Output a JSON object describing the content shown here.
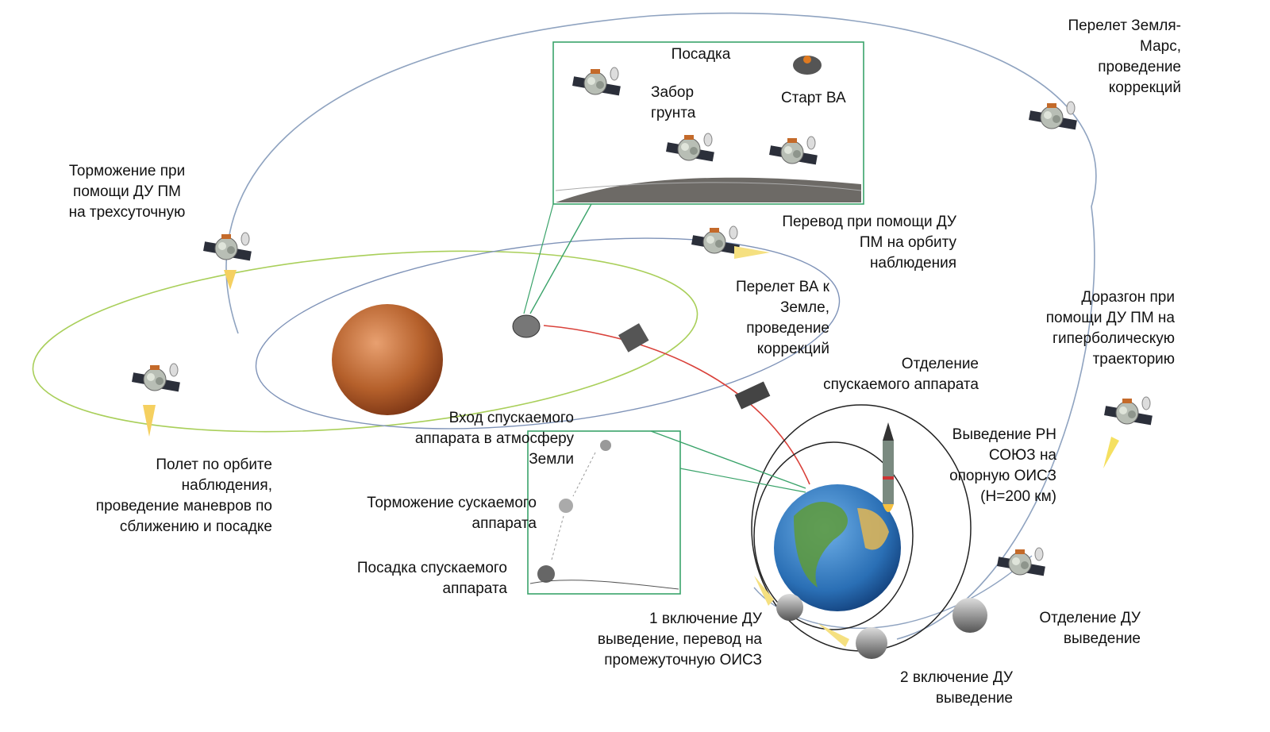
{
  "labels": {
    "landing": "Посадка",
    "soil_sampling": "Забор\nгрунта",
    "return_vehicle_start": "Старт ВА",
    "earth_mars_transfer": "Перелет Земля-\nМарс,\nпроведение\nкоррекций",
    "braking_three_day": "Торможение при\nпомощи ДУ ПМ\nна трехсуточную",
    "transfer_observation_orbit": "Перевод при помощи ДУ\nПМ на орбиту\nнаблюдения",
    "return_to_earth": "Перелет ВА к\nЗемле,\nпроведение\nкоррекций",
    "hyperbolic_boost": "Доразгон при\nпомощи ДУ ПМ на\nгиперболическую\nтраекторию",
    "descent_separation": "Отделение\nспускаемого аппарата",
    "atmosphere_entry": "Вход спускаемого\nаппарата в атмосферу\nЗемли",
    "soyuz_launch": "Выведение РН\nСОЮЗ на\nопорную ОИСЗ\n(Н=200 км)",
    "observation_orbit_flight": "Полет по орбите\nнаблюдения,\nпроведение маневров по\nсближению и посадке",
    "descent_braking": "Торможение сускаемого\nаппарата",
    "descent_landing": "Посадка спускаемого\nаппарата",
    "first_burn": "1 включение ДУ\nвыведение, перевод на\nпромежуточную ОИСЗ",
    "upper_stage_separation": "Отделение ДУ\nвыведение",
    "second_burn": "2 включение ДУ\nвыведение"
  },
  "colors": {
    "transfer_orbit": "#8fa3c0",
    "mars_orbit": "#a9cf5a",
    "return_path": "#d9413a",
    "inset_frame": "#3aa36a",
    "earth_orbit": "#222222",
    "mars": "#b5602b",
    "earth": "#2a6fb5"
  }
}
